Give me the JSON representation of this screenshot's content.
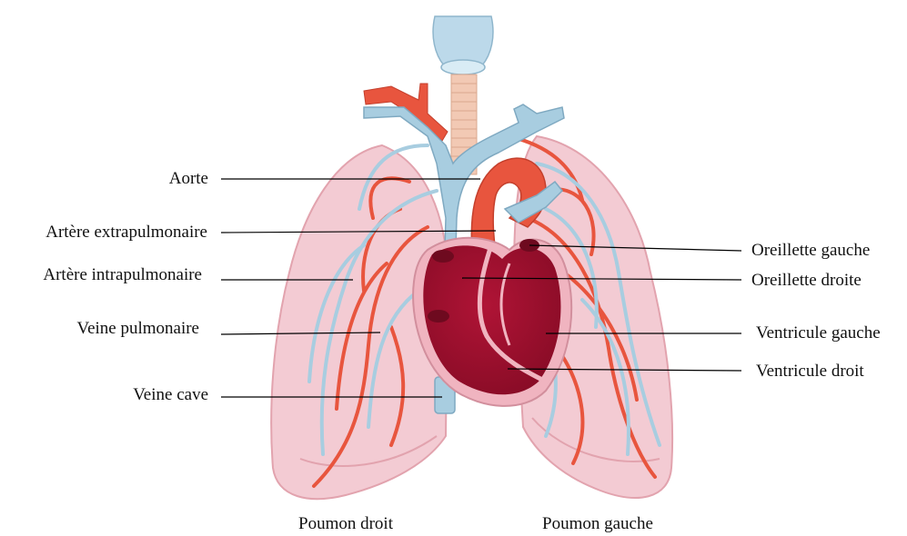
{
  "colors": {
    "lung_fill": "#f3cbd3",
    "lung_stroke": "#e2a3ae",
    "artery_red": "#e8553e",
    "vein_blue": "#a8cde0",
    "vein_stroke": "#7fa9c1",
    "heart_dark": "#9b0f2c",
    "heart_light": "#f0b4c0",
    "trachea": "#bcd9ea",
    "leader_line": "#000000"
  },
  "labels_left": {
    "aorte": "Aorte",
    "artere_extra": "Artère extrapulmonaire",
    "artere_intra": "Artère intrapulmonaire",
    "veine_pulmonaire": "Veine pulmonaire",
    "veine_cave": "Veine cave"
  },
  "labels_right": {
    "oreillette_gauche": "Oreillette gauche",
    "oreillette_droite": "Oreillette droite",
    "ventricule_gauche": "Ventricule gauche",
    "ventricule_droit": "Ventricule droit"
  },
  "labels_bottom": {
    "poumon_droit": "Poumon droit",
    "poumon_gauche": "Poumon gauche"
  }
}
